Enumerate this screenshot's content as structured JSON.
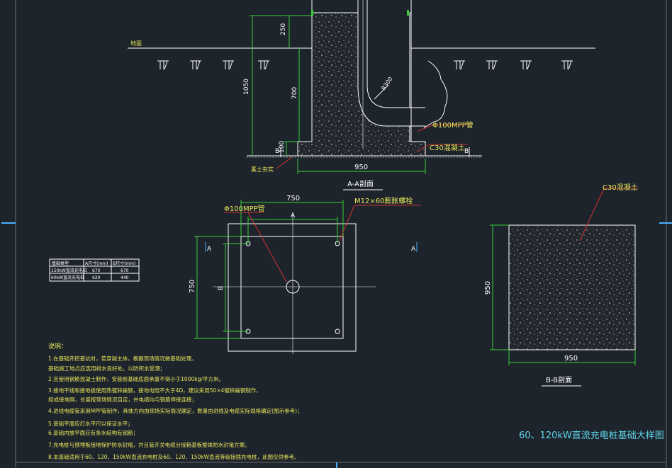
{
  "title": "60、120kW直流充电桩基础大样图",
  "colors": {
    "background": "#1e242c",
    "dimension": "#35d035",
    "leader": "#d23030",
    "note": "#e8e85a",
    "title": "#5fd4e8"
  },
  "section_aa": {
    "ground_label": "地面",
    "dim_250": "250",
    "dim_1050": "1050",
    "dim_700": "700",
    "dim_100": "100",
    "dim_950": "950",
    "radius_label": "R300",
    "pipe_label": "Φ100MPP管",
    "concrete_label": "C30混凝土",
    "compact_label": "素土夯实",
    "section_mark_b": "B",
    "caption": "A-A剖面"
  },
  "plan": {
    "dim_750_top": "750",
    "dim_a": "A",
    "dim_750_side": "750",
    "dim_b": "B",
    "bolt_label": "M12×60膨胀螺栓",
    "pipe_label": "Φ100MPP管",
    "section_mark_a": "A"
  },
  "section_bb": {
    "concrete_label": "C30混凝土",
    "dim_950_side": "950",
    "dim_950_bottom": "950",
    "caption": "B-B剖面"
  },
  "size_table": {
    "headers": [
      "基础类型",
      "A尺寸(mm)",
      "B尺寸(mm)"
    ],
    "rows": [
      [
        "150kW直流充电桩",
        "670",
        "670"
      ],
      [
        "60kW直流充电桩",
        "620",
        "440"
      ]
    ]
  },
  "notes": {
    "heading": "说明：",
    "lines": [
      "1.在基础开挖基坑时，若穿越主体，根据现场情况做基础处理。",
      "基础施工地点应选用排水良好处，以防积水受潮；",
      "2.宜使用钢筋混凝土制作，安装前基础底面承重不得小于1000kg/平方米。",
      "3.接地干线和接地极使用热镀锌扁钢，接地电阻不大于4Ω，建议采用50×4镀锌扁钢制作，",
      "组成接地网，长度按现场情况自定，并电缆均与钢筋焊接连接；",
      "4.进线电缆管采用MPP管制作，具体方向由现场实际情况确定，数量由进线及电缆实际规格确定(图示参考)；",
      "5.基础平面应打水平尺以保证水平；",
      "6.基础内放平面应有条水结构有钢筋；",
      "7.充电桩与预埋板接地保护防水封堵，并且管开关电缆分接箱基板整体防水封堵方案。",
      "8.本基础适用于60、120、150kW直流充电桩及60、120、150kW直流等级接插充电桩，此图仅供参考。"
    ]
  }
}
